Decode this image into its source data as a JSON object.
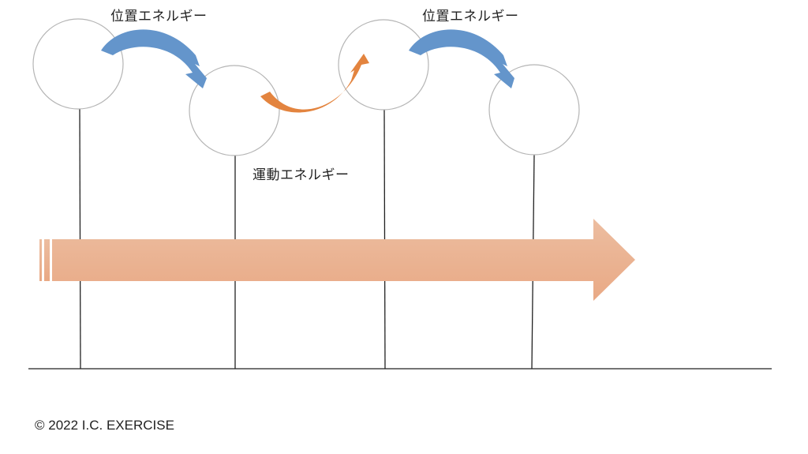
{
  "labels": {
    "potential_energy_1": "位置エネルギー",
    "kinetic_energy": "運動エネルギー",
    "potential_energy_2": "位置エネルギー"
  },
  "footer": {
    "copyright": "© 2022 I.C. EXERCISE"
  },
  "colors": {
    "potential_arrow": "#6495cb",
    "kinetic_arrow": "#e3843f",
    "time_arrow_top": "#ecbda0",
    "time_arrow_bottom": "#e9a985",
    "circle_stroke": "#b5b5b5",
    "line": "#222222"
  }
}
